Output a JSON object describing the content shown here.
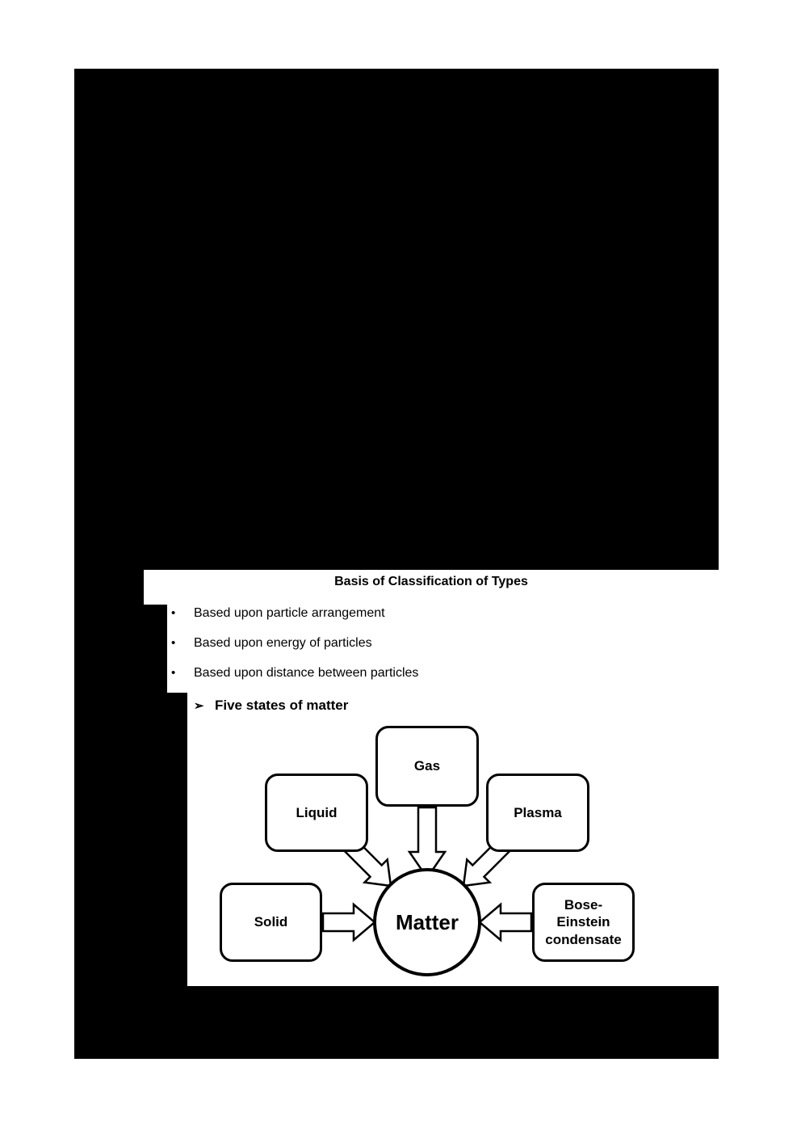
{
  "classification": {
    "title": "Basis of Classification of Types",
    "bullet_marker": "•",
    "bullets": [
      "Based upon particle arrangement",
      "Based upon energy of particles",
      "Based upon distance between particles"
    ]
  },
  "states": {
    "marker": "➢",
    "heading": "Five states of matter",
    "center_label": "Matter",
    "nodes": {
      "gas": "Gas",
      "liquid": "Liquid",
      "plasma": "Plasma",
      "solid": "Solid",
      "bose": [
        "Bose-",
        "Einstein",
        "condensate"
      ]
    }
  },
  "colors": {
    "page_background": "#ffffff",
    "redaction": "#000000",
    "ink": "#000000"
  }
}
